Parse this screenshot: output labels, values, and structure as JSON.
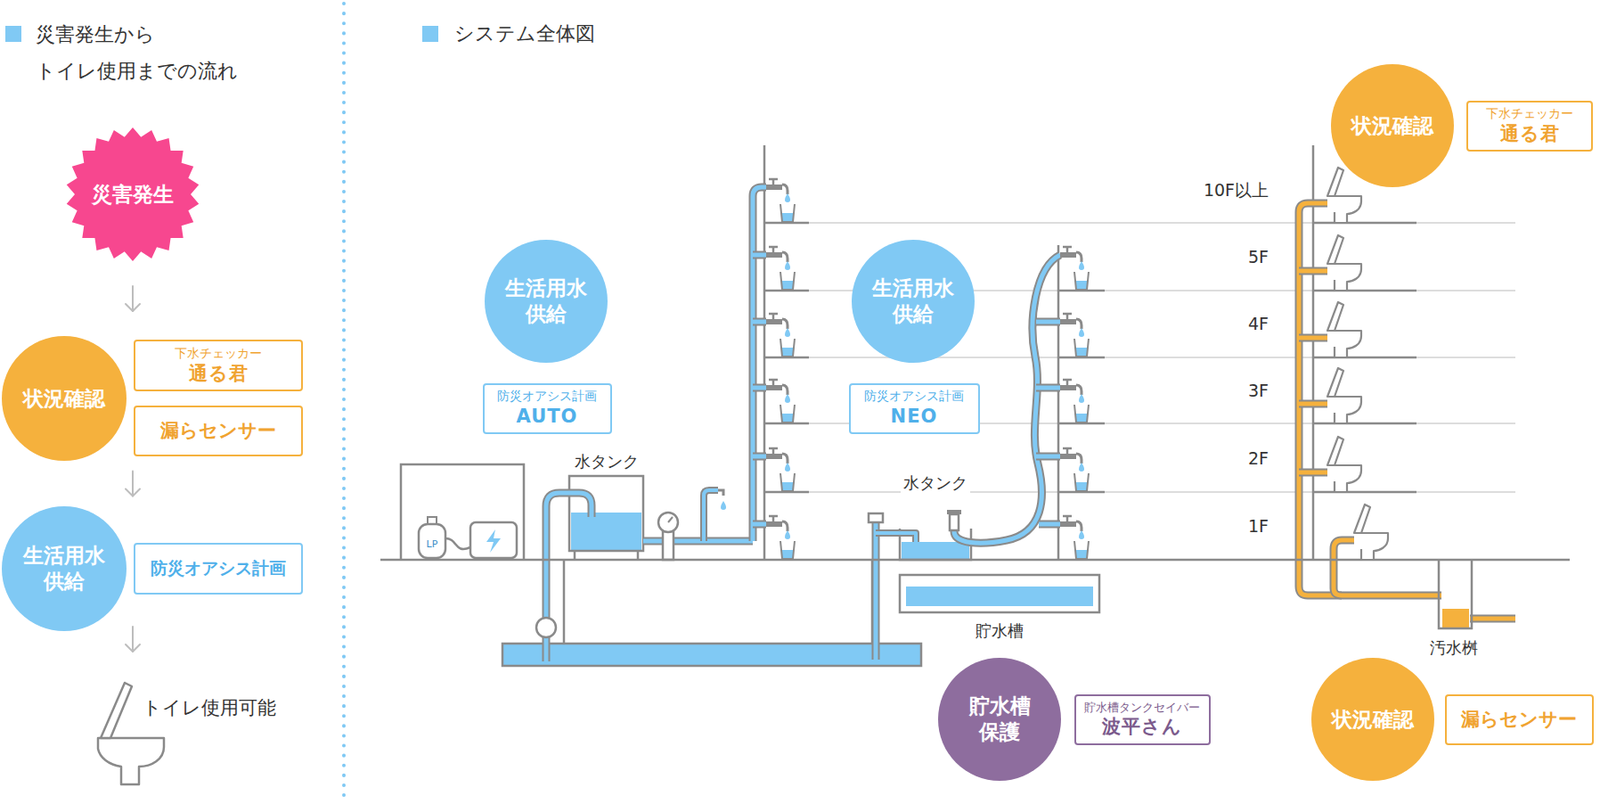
{
  "diagram": {
    "nodes": [
      {
        "text": [
          "災害発生"
        ]
      },
      {
        "text": [
          "状況確認"
        ]
      },
      {
        "text": [
          "下水チェッカー",
          "通る君"
        ]
      },
      {
        "text": [
          "漏らセンサー"
        ]
      },
      {
        "text": [
          "生活用水 供給"
        ]
      },
      {
        "text": [
          "防災オアシス計画"
        ]
      },
      {
        "text": [
          "生活用水 供給"
        ]
      },
      {
        "text": [
          "防災オアシス計画",
          "AUTO"
        ]
      },
      {
        "text": [
          "生活用水 供給"
        ]
      },
      {
        "text": [
          "防災オアシス計画",
          "NEO"
        ]
      },
      {
        "text": [
          "状況確認"
        ]
      },
      {
        "text": [
          "下水チェッカー",
          "通る君"
        ]
      },
      {
        "text": [
          "貯水槽 保護"
        ]
      },
      {
        "text": [
          "貯水槽タンクセイバー",
          "波平さん"
        ]
      },
      {
        "text": [
          "状況確認"
        ]
      },
      {
        "text": [
          "漏らセンサー"
        ]
      }
    ],
    "edges": [
      {
        "from": 0,
        "to": 1,
        "arrow": "to"
      },
      {
        "from": 1,
        "to": 4,
        "arrow": "to"
      }
    ],
    "labels": [
      "災害発生から トイレ使用までの流れ",
      "トイレ使用可能",
      "システム全体図",
      "水タンク",
      "LP",
      "水タンク",
      "10F以上",
      "5F",
      "4F",
      "3F",
      "2F",
      "1F",
      "貯水槽",
      "汚水桝"
    ]
  }
}
